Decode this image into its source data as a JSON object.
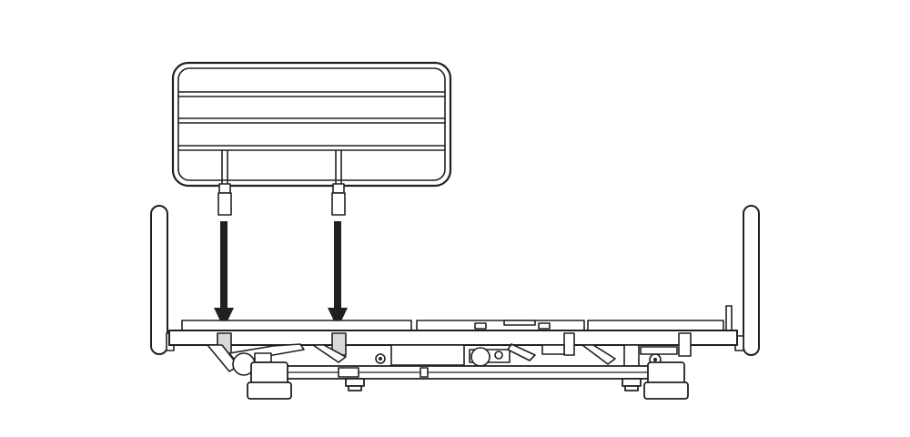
{
  "diagram": {
    "subject": "",
    "colors": {
      "line": "#231f20",
      "fill_light": "#d9d9d9",
      "fill_mid": "#bfbfbf",
      "background": "#ffffff"
    },
    "parts": {
      "side_rail": {
        "bars": 4,
        "posts": 2
      },
      "arrows": {
        "count": 2,
        "direction": "down"
      },
      "bed": {
        "headboard": "left",
        "footboard": "right",
        "casters": 2
      }
    }
  }
}
